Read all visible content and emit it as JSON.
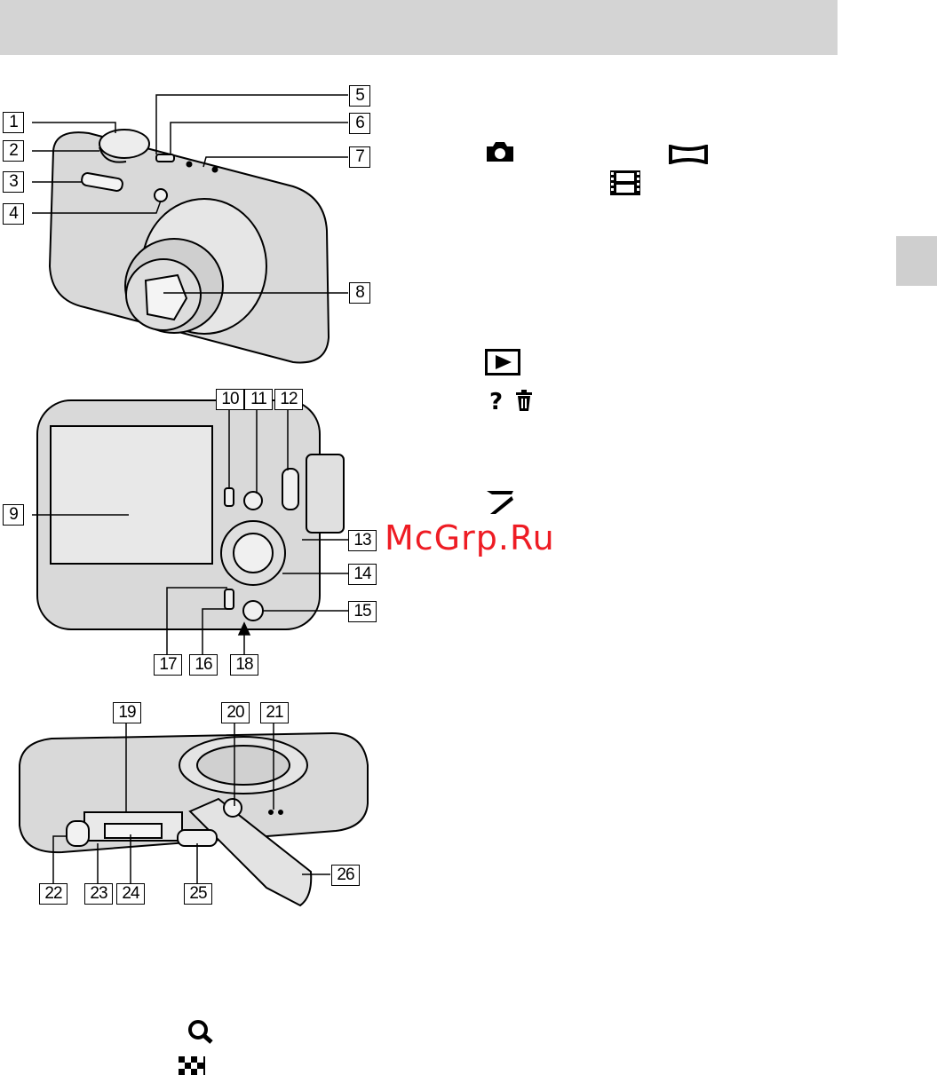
{
  "callouts": {
    "c1": "1",
    "c2": "2",
    "c3": "3",
    "c4": "4",
    "c5": "5",
    "c6": "6",
    "c7": "7",
    "c8": "8",
    "c9": "9",
    "c10": "10",
    "c11": "11",
    "c12": "12",
    "c13": "13",
    "c14": "14",
    "c15": "15",
    "c16": "16",
    "c17": "17",
    "c18": "18",
    "c19": "19",
    "c20": "20",
    "c21": "21",
    "c22": "22",
    "c23": "23",
    "c24": "24",
    "c25": "25",
    "c26": "26"
  },
  "icons": [
    "still-camera-icon",
    "panorama-icon",
    "movie-icon",
    "playback-icon",
    "help-icon",
    "trash-icon",
    "strap-hook-icon",
    "zoom-magnifier-icon",
    "index-grid-icon"
  ],
  "watermark": "McGrp.Ru",
  "colors": {
    "header_bar": "#d4d4d4",
    "side_tab": "#cfcfcf",
    "watermark": "#ee1c24"
  }
}
